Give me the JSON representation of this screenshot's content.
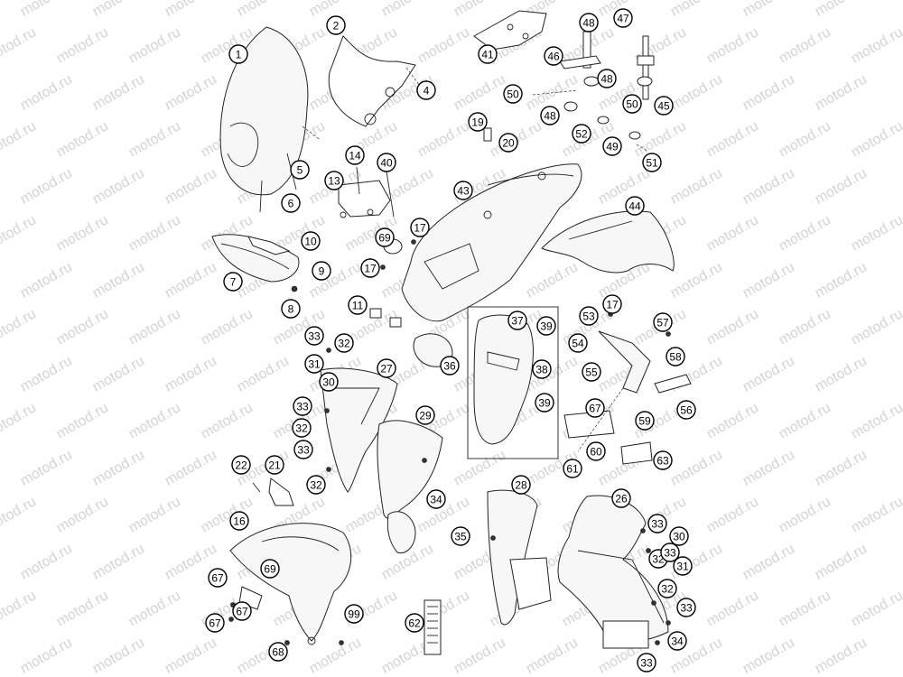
{
  "watermark": "motod.ru",
  "callouts": [
    "1",
    "2",
    "4",
    "5",
    "6",
    "7",
    "8",
    "9",
    "10",
    "11",
    "13",
    "14",
    "16",
    "17",
    "17",
    "17",
    "19",
    "20",
    "21",
    "22",
    "26",
    "27",
    "28",
    "29",
    "30",
    "30",
    "31",
    "31",
    "32",
    "32",
    "32",
    "32",
    "32",
    "33",
    "33",
    "33",
    "33",
    "33",
    "33",
    "33",
    "34",
    "34",
    "35",
    "36",
    "37",
    "38",
    "39",
    "39",
    "40",
    "41",
    "43",
    "44",
    "45",
    "46",
    "47",
    "48",
    "48",
    "48",
    "49",
    "50",
    "50",
    "51",
    "52",
    "53",
    "54",
    "55",
    "56",
    "57",
    "58",
    "59",
    "60",
    "61",
    "62",
    "63",
    "67",
    "67",
    "67",
    "67",
    "68",
    "69",
    "69",
    "99"
  ]
}
